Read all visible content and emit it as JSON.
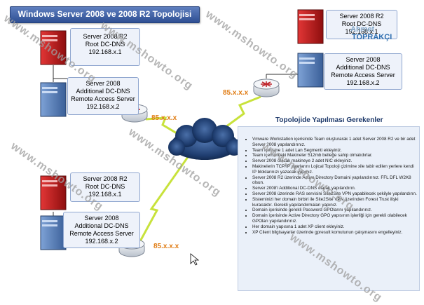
{
  "title": "Windows Server 2008 ve 2008 R2 Topolojisi",
  "site_left_top": {
    "server_root": [
      "Server 2008 R2",
      "Root DC-DNS",
      "192.168.x.1"
    ],
    "server_additional": [
      "Server 2008",
      "Additional DC-DNS",
      "Remote Access Server",
      "192.168.x.2"
    ]
  },
  "site_left_bottom": {
    "server_root": [
      "Server 2008 R2",
      "Root DC-DNS",
      "192.168.x.1"
    ],
    "server_additional": [
      "Server 2008",
      "Additional DC-DNS",
      "Remote Access Server",
      "192.168.x.2"
    ]
  },
  "site_right": {
    "server_root": [
      "Server 2008 R2",
      "Root DC-DNS",
      "192.168.x.1"
    ],
    "server_additional": [
      "Server 2008",
      "Additional DC-DNS",
      "Remote Access Server",
      "192.168.x.2"
    ]
  },
  "links": {
    "top_left": "85.x.x.x",
    "right": "85.x.x.x",
    "bottom_left": "85.x.x.x"
  },
  "brand": {
    "line1": "Ahmet",
    "line2": "TOPRAKÇI"
  },
  "watermark": "www.mshowto.org",
  "requirements": {
    "title": "Topolojide Yapılması Gerekenler",
    "items": [
      "Vmware Workstation içerisinde Team oluşturarak 1 adet Server 2008 R2 ve bir adet Server 2008 yapılandırınız.",
      "Team içerisine 1 adet Lan Segmenti ekleyiniz.",
      "Team içerisindeki Makineler 512mb belleğe sahip olmalıdırlar.",
      "Server 2008 olacak makineye 2 adet NIC ekleyiniz.",
      "Makinelerin TCP/IP ayarlarını Lojical Topoloji çizimine xile tabir edilen yerlere kendi IP bloklarınızı yazacak yapınız.",
      "Server 2008 R2 üzerinde Active Directory Domaini yapılandırınız. FFL DFL W2K8 olsun.",
      "Server 2008'i Additional DC-DNS olarak yapılandırın.",
      "Server 2008 üzerinde RAS servisini Site2Site VPN yapabilecek şekilyle yapılandırın.",
      "Sisteminizi her domain birbiri ile Site2Site VPN üzerinden Forest Trust ilişki kuracaktır. Gerekli yapılandırmaları yapınız.",
      "Domain içerisinde gerekli Password GPOlarını yapılandırınız.",
      "Domain içerisinde Active Directory GPO yapısının işlerliği için gerekli olabilecek GPOları yapılandırınız.",
      "Her domain yapısına 1 adet XP client ekleyiniz.",
      "XP Client bilgisayarlar üzerinde gpresult komutunun çalışmasını engelleyiniz."
    ]
  },
  "colors": {
    "title_bg": "#2e4f93",
    "link_label": "#e07c14",
    "lightning": "#c8e23c",
    "server_red": "#c81a1a",
    "server_blue": "#4f79b4"
  }
}
